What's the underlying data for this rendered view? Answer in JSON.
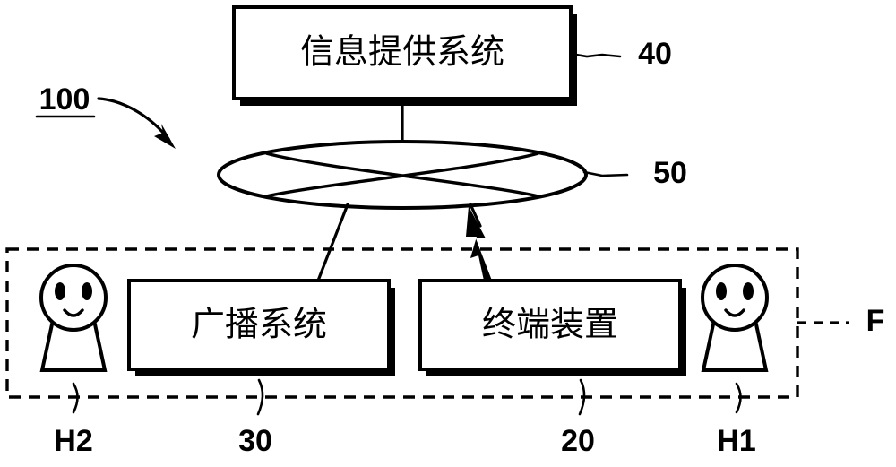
{
  "figure": {
    "type": "patent-system-diagram",
    "system_ref": "100",
    "group_ref": "F"
  },
  "nodes": {
    "info_system": {
      "label": "信息提供系统",
      "ref": "40"
    },
    "network": {
      "label": "",
      "ref": "50",
      "shape": "ellipse-with-crossing-arcs"
    },
    "broadcast_system": {
      "label": "广播系统",
      "ref": "30"
    },
    "terminal_device": {
      "label": "终端装置",
      "ref": "20"
    }
  },
  "people": {
    "left": {
      "ref": "H2"
    },
    "right": {
      "ref": "H1"
    }
  },
  "icons": {
    "wireless_bolt": "lightning-bolt-icon",
    "system_arrow": "curved-arrow-icon"
  },
  "colors": {
    "stroke": "#000000",
    "fill": "#ffffff"
  }
}
